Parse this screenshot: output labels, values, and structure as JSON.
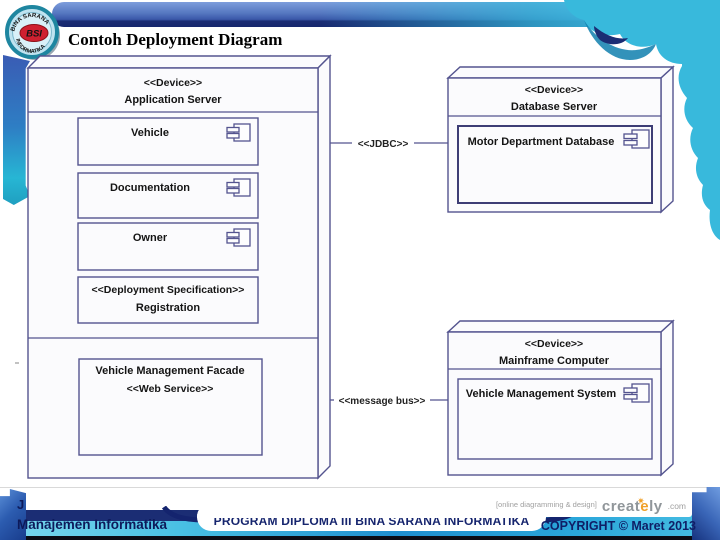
{
  "header": {
    "title": "Contoh Deployment Diagram"
  },
  "logo": {
    "arc_top": "BINA SARANA",
    "arc_bottom": "INFORMATIKA",
    "abbr": "BSI"
  },
  "diagram": {
    "app_server": {
      "stereotype": "<<Device>>",
      "name": "Application Server",
      "components": [
        {
          "label": "Vehicle"
        },
        {
          "label": "Documentation"
        },
        {
          "label": "Owner"
        },
        {
          "stereotype": "<<Deployment Specification>>",
          "label": "Registration"
        }
      ],
      "web_service": {
        "label": "Vehicle Management Facade",
        "stereotype": "<<Web Service>>"
      }
    },
    "database_server": {
      "stereotype": "<<Device>>",
      "name": "Database Server",
      "component": {
        "label": "Motor Department Database"
      }
    },
    "mainframe": {
      "stereotype": "<<Device>>",
      "name": "Mainframe Computer",
      "component": {
        "label": "Vehicle Management System"
      }
    },
    "connections": {
      "jdbc": "<<JDBC>>",
      "message_bus": "<<message bus>>"
    }
  },
  "watermark": {
    "tagline": "[online diagramming & design]",
    "brand_creat": "creat",
    "brand_e": "e",
    "brand_ly": "ly",
    "brand_domain": ".com",
    "star": "✷"
  },
  "footer": {
    "partial_letter": "J",
    "department": "Manajemen Informatika",
    "program": "PROGRAM DIPLOMA III BINA SARANA INFORMATIKA",
    "copyright": "COPYRIGHT © Maret 2013"
  },
  "colors": {
    "node_border": "#54548f",
    "strong_component_border": "#3d3d75",
    "footer_navy": "#0f1e66",
    "creately_orange": "#f0a028",
    "cyan_accent": "#35b8da",
    "bar_navy": "#16276e"
  }
}
